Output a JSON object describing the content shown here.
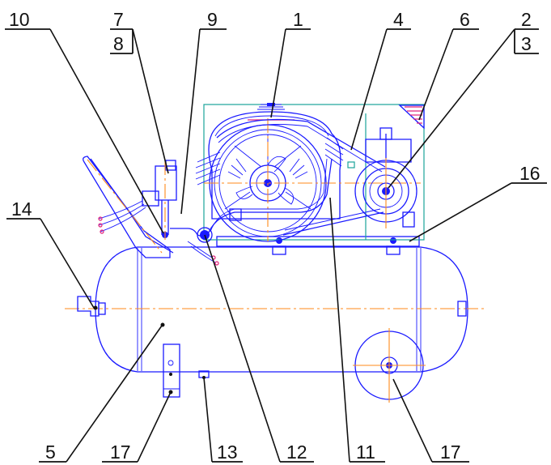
{
  "callouts": {
    "c1": "1",
    "c2": "2",
    "c3": "3",
    "c4": "4",
    "c5": "5",
    "c6": "6",
    "c7": "7",
    "c8": "8",
    "c9": "9",
    "c10": "10",
    "c11": "11",
    "c12": "12",
    "c13": "13",
    "c14": "14",
    "c16": "16",
    "c17a": "17",
    "c17b": "17"
  },
  "colors": {
    "outline": "#1a1aff",
    "centerline": "#ff8a1a",
    "frame": "#1aa39a",
    "accent": "#e0207a",
    "leader": "#111111"
  }
}
